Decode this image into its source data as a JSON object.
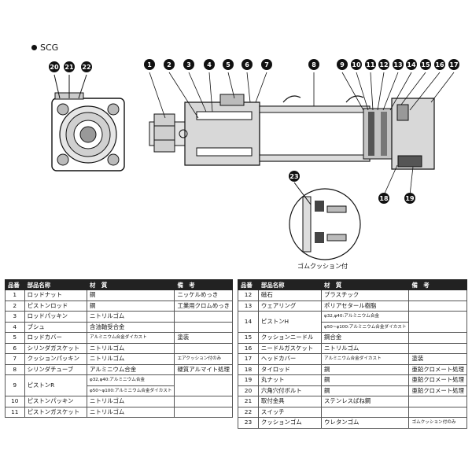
{
  "title": "SCG",
  "cushion_label": "ゴムクッション付",
  "callouts": [
    "1",
    "2",
    "3",
    "4",
    "5",
    "6",
    "7",
    "8",
    "9",
    "10",
    "11",
    "12",
    "13",
    "14",
    "15",
    "16",
    "17",
    "18",
    "19",
    "20",
    "21",
    "22",
    "23"
  ],
  "headers": {
    "no": "品番",
    "name": "部品名称",
    "material": "材　質",
    "remarks": "備　考"
  },
  "parts_left": [
    {
      "no": "1",
      "name": "ロッドナット",
      "material": "鋼",
      "remarks": "ニッケルめっき"
    },
    {
      "no": "2",
      "name": "ピストンロッド",
      "material": "鋼",
      "remarks": "工業用クロムめっき"
    },
    {
      "no": "3",
      "name": "ロッドパッキン",
      "material": "ニトリルゴム",
      "remarks": ""
    },
    {
      "no": "4",
      "name": "ブシュ",
      "material": "含油軸受合金",
      "remarks": ""
    },
    {
      "no": "5",
      "name": "ロッドカバー",
      "material": "アルミニウム合金ダイカスト",
      "remarks": "塗装"
    },
    {
      "no": "6",
      "name": "シリンダガスケット",
      "material": "ニトリルゴム",
      "remarks": ""
    },
    {
      "no": "7",
      "name": "クッションパッキン",
      "material": "ニトリルゴム",
      "remarks": "エアクッション付のみ"
    },
    {
      "no": "8",
      "name": "シリンダチューブ",
      "material": "アルミニウム合金",
      "remarks": "硬質アルマイト処理"
    },
    {
      "no": "9",
      "name": "ピストンR",
      "material": "φ32,φ40:アルミニウム合金",
      "material2": "φ50~φ100:アルミニウム合金ダイカスト",
      "remarks": ""
    },
    {
      "no": "10",
      "name": "ピストンパッキン",
      "material": "ニトリルゴム",
      "remarks": ""
    },
    {
      "no": "11",
      "name": "ピストンガスケット",
      "material": "ニトリルゴム",
      "remarks": ""
    }
  ],
  "parts_right": [
    {
      "no": "12",
      "name": "磁石",
      "material": "プラスチック",
      "remarks": ""
    },
    {
      "no": "13",
      "name": "ウェアリング",
      "material": "ポリアセタール樹脂",
      "remarks": ""
    },
    {
      "no": "14",
      "name": "ピストンH",
      "material": "φ32,φ40:アルミニウム合金",
      "material2": "φ50~φ100:アルミニウム合金ダイカスト",
      "remarks": ""
    },
    {
      "no": "15",
      "name": "クッションニードル",
      "material": "鋼合金",
      "remarks": ""
    },
    {
      "no": "16",
      "name": "ニードルガスケット",
      "material": "ニトリルゴム",
      "remarks": ""
    },
    {
      "no": "17",
      "name": "ヘッドカバー",
      "material": "アルミニウム合金ダイカスト",
      "remarks": "塗装"
    },
    {
      "no": "18",
      "name": "タイロッド",
      "material": "鋼",
      "remarks": "亜鉛クロメート処理"
    },
    {
      "no": "19",
      "name": "丸ナット",
      "material": "鋼",
      "remarks": "亜鉛クロメート処理"
    },
    {
      "no": "20",
      "name": "六角穴付ボルト",
      "material": "鋼",
      "remarks": "亜鉛クロメート処理"
    },
    {
      "no": "21",
      "name": "取付金具",
      "material": "ステンレスばね鋼",
      "remarks": ""
    },
    {
      "no": "22",
      "name": "スイッチ",
      "material": "",
      "remarks": ""
    },
    {
      "no": "23",
      "name": "クッションゴム",
      "material": "ウレタンゴム",
      "remarks": "ゴムクッション付のみ"
    }
  ]
}
